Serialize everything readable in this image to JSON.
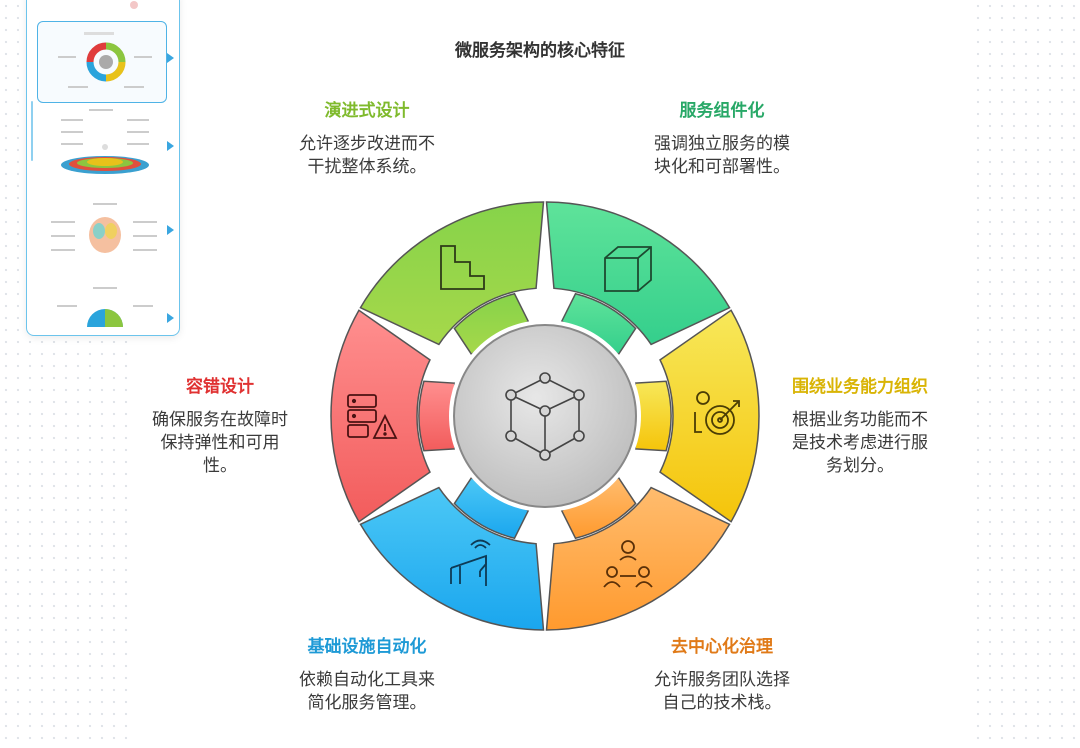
{
  "title": "微服务架构的核心特征",
  "segments": [
    {
      "heading": "演进式设计",
      "desc1": "允许逐步改进而不",
      "desc2": "干扰整体系统。",
      "desc3": "",
      "color": "#8cc63f",
      "icon": "stairs-icon"
    },
    {
      "heading": "服务组件化",
      "desc1": "强调独立服务的模",
      "desc2": "块化和可部署性。",
      "desc3": "",
      "color": "#3cb878",
      "icon": "cube-icon"
    },
    {
      "heading": "围绕业务能力组织",
      "desc1": "根据业务功能而不",
      "desc2": "是技术考虑进行服",
      "desc3": "务划分。",
      "color": "#e8c21a",
      "icon": "target-person-icon"
    },
    {
      "heading": "去中心化治理",
      "desc1": "允许服务团队选择",
      "desc2": "自己的技术栈。",
      "desc3": "",
      "color": "#e8821e",
      "icon": "team-icon"
    },
    {
      "heading": "基础设施自动化",
      "desc1": "依赖自动化工具来",
      "desc2": "简化服务管理。",
      "desc3": "",
      "color": "#2aa4dc",
      "icon": "crane-icon"
    },
    {
      "heading": "容错设计",
      "desc1": "确保服务在故障时",
      "desc2": "保持弹性和可用",
      "desc3": "性。",
      "color": "#e03c3c",
      "icon": "server-warning-icon"
    }
  ],
  "center_icon": "network-nodes-icon"
}
